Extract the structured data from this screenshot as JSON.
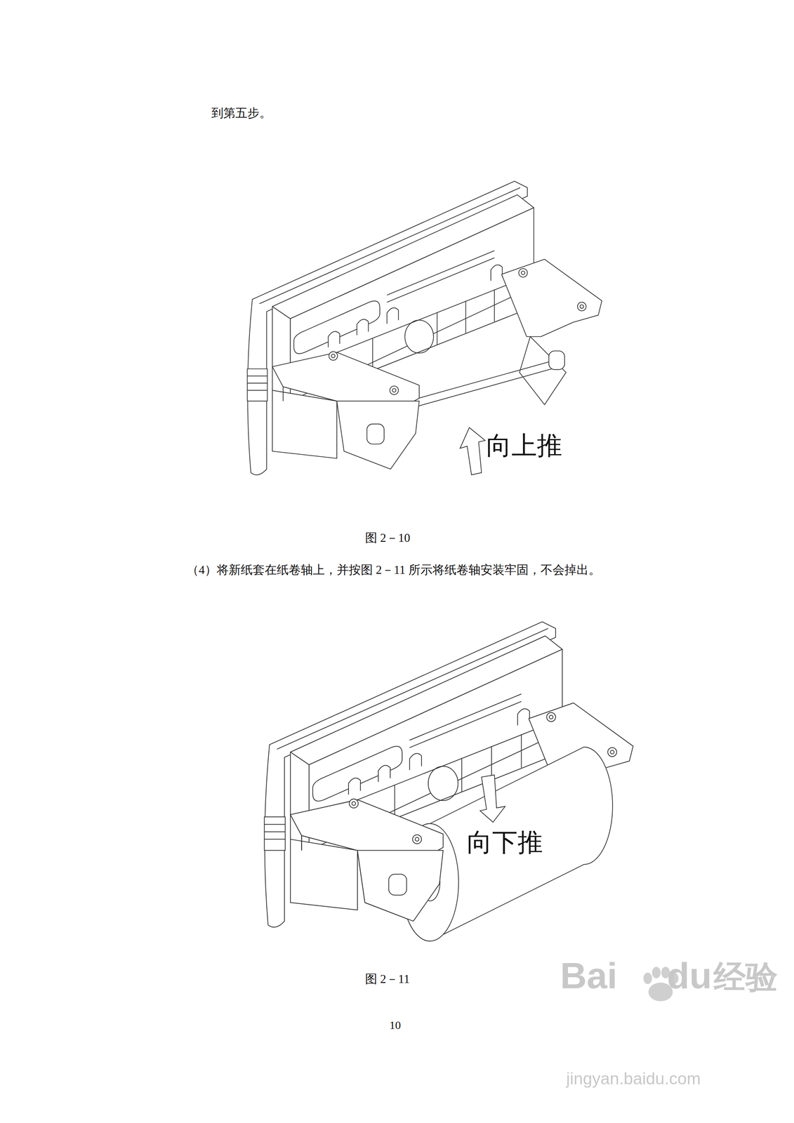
{
  "diagram": {
    "labels": [
      "到第五步。",
      "向上推",
      "图 2－10",
      "（4）将新纸套在纸卷轴上，并按图 2－11 所示将纸卷轴安装牢固，不会掉出。",
      "向下推",
      "图 2－11",
      "10",
      "Bai",
      "du",
      "经验",
      "jingyan.baidu.com"
    ]
  }
}
